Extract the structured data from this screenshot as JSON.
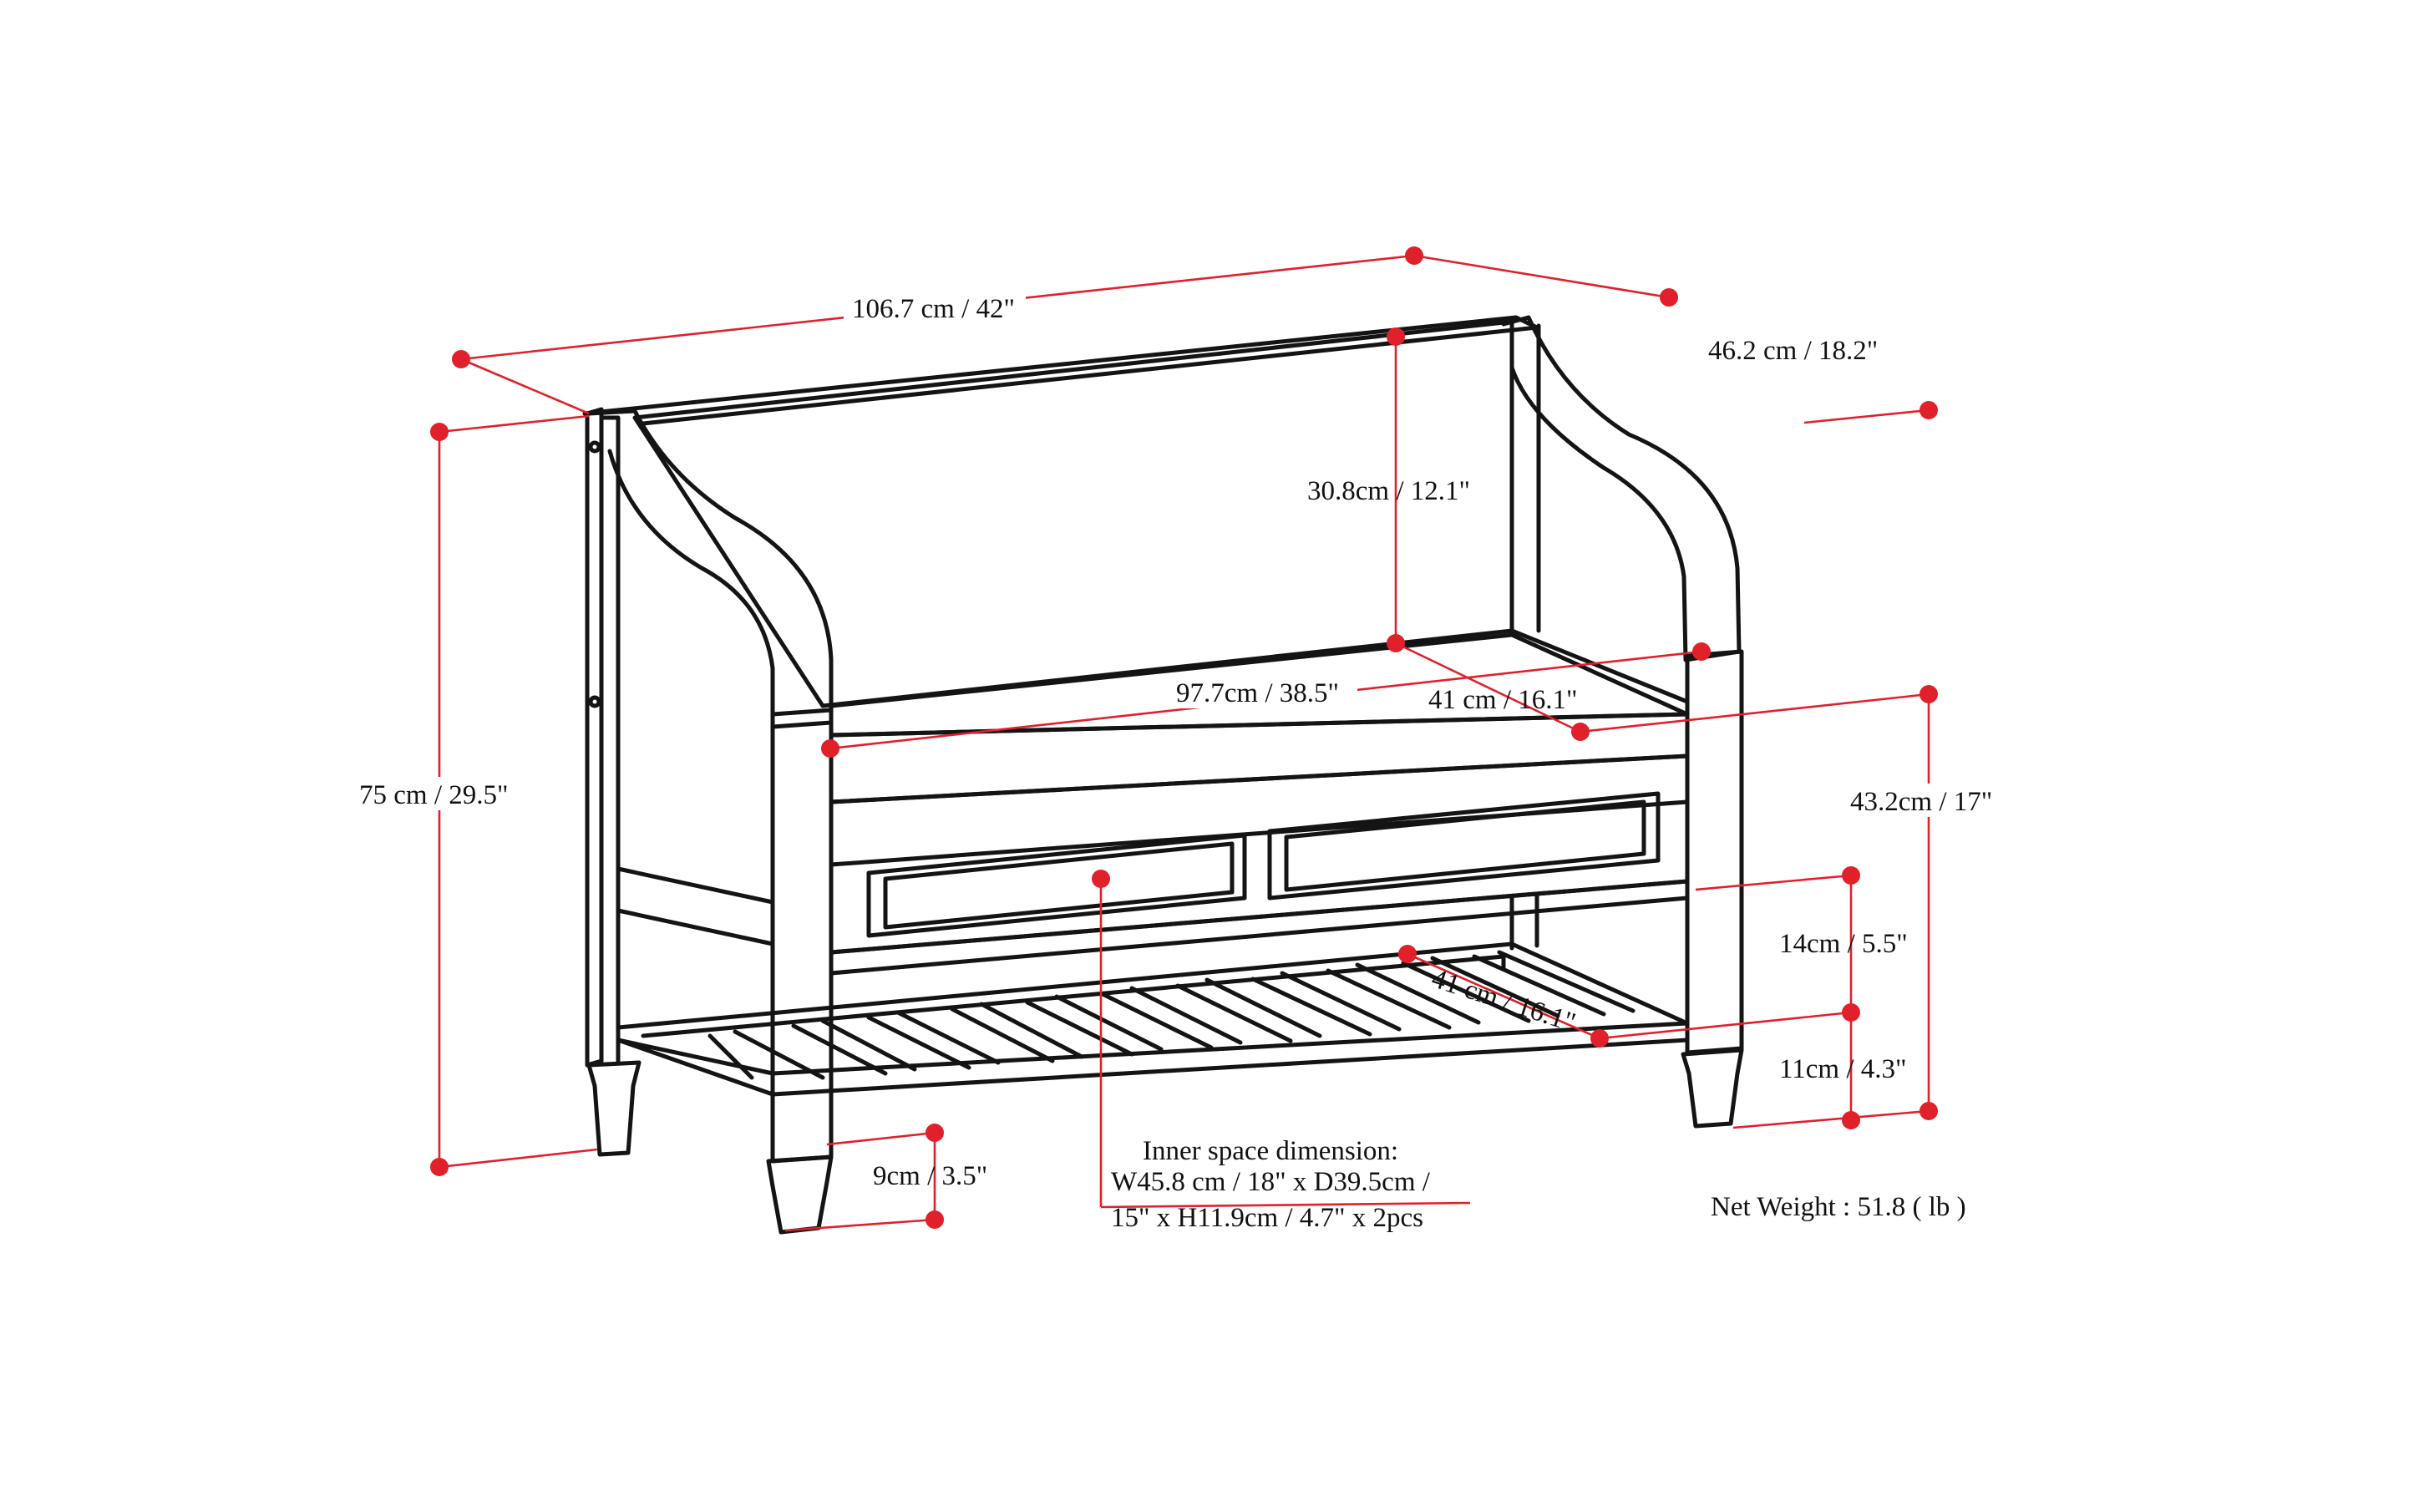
{
  "colors": {
    "dimension": "#e0202a",
    "outline": "#141414",
    "background": "#ffffff"
  },
  "dimensions": {
    "overall_width": "106.7 cm / 42\"",
    "overall_depth": "46.2 cm / 18.2\"",
    "back_height": "30.8cm / 12.1\"",
    "overall_height": "75 cm / 29.5\"",
    "seat_width": "97.7cm / 38.5\"",
    "seat_depth": "41 cm / 16.1\"",
    "seat_height": "43.2cm / 17\"",
    "shelf_gap": "14cm / 5.5\"",
    "shelf_depth": "41 cm / 16.1\"",
    "shelf_height": "11cm / 4.3\"",
    "leg_height": "9cm / 3.5\""
  },
  "inner_space": {
    "line1": "Inner space dimension:",
    "line2": "W45.8 cm / 18\" x D39.5cm /",
    "line3": "15\" x H11.9cm / 4.7\" x 2pcs"
  },
  "net_weight": "Net Weight : 51.8 ( lb )"
}
